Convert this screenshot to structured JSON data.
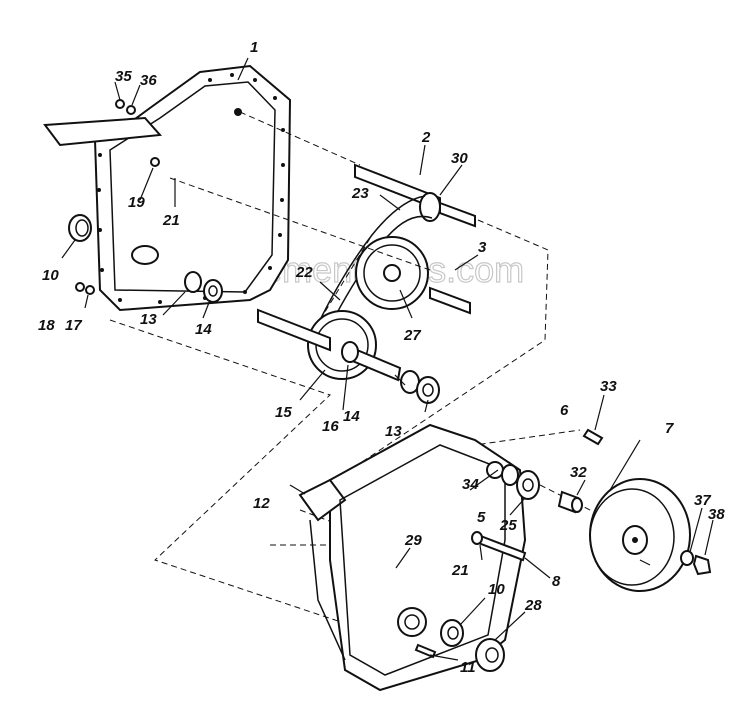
{
  "watermark": "eReplacementParts.com",
  "callouts": {
    "c1": "1",
    "c2": "2",
    "c3": "3",
    "c5": "5",
    "c6": "6",
    "c7": "7",
    "c8": "8",
    "c10a": "10",
    "c10b": "10",
    "c11": "11",
    "c12": "12",
    "c13a": "13",
    "c13b": "13",
    "c14a": "14",
    "c14b": "14",
    "c15": "15",
    "c16": "16",
    "c17": "17",
    "c18": "18",
    "c19": "19",
    "c21a": "21",
    "c21b": "21",
    "c22": "22",
    "c23": "23",
    "c25": "25",
    "c27": "27",
    "c28": "28",
    "c29": "29",
    "c30": "30",
    "c32": "32",
    "c33": "33",
    "c34": "34",
    "c35": "35",
    "c36": "36",
    "c37": "37",
    "c38": "38"
  }
}
